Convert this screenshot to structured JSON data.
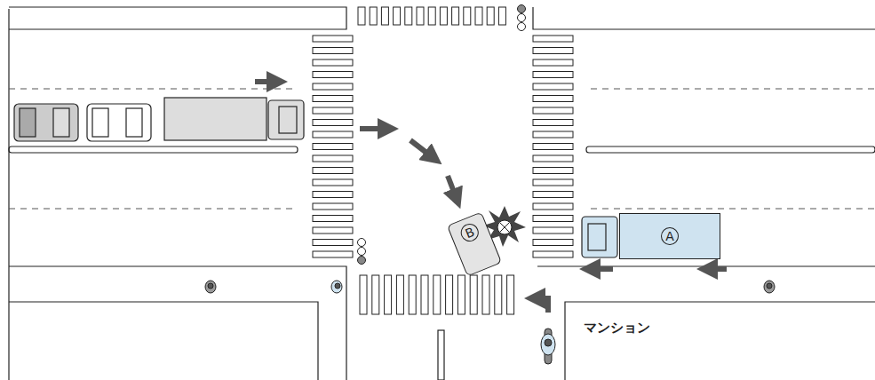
{
  "diagram": {
    "nodes": [
      {
        "text": [
          "A"
        ]
      },
      {
        "text": [
          "B"
        ]
      }
    ],
    "labels": [
      "マンション"
    ]
  }
}
